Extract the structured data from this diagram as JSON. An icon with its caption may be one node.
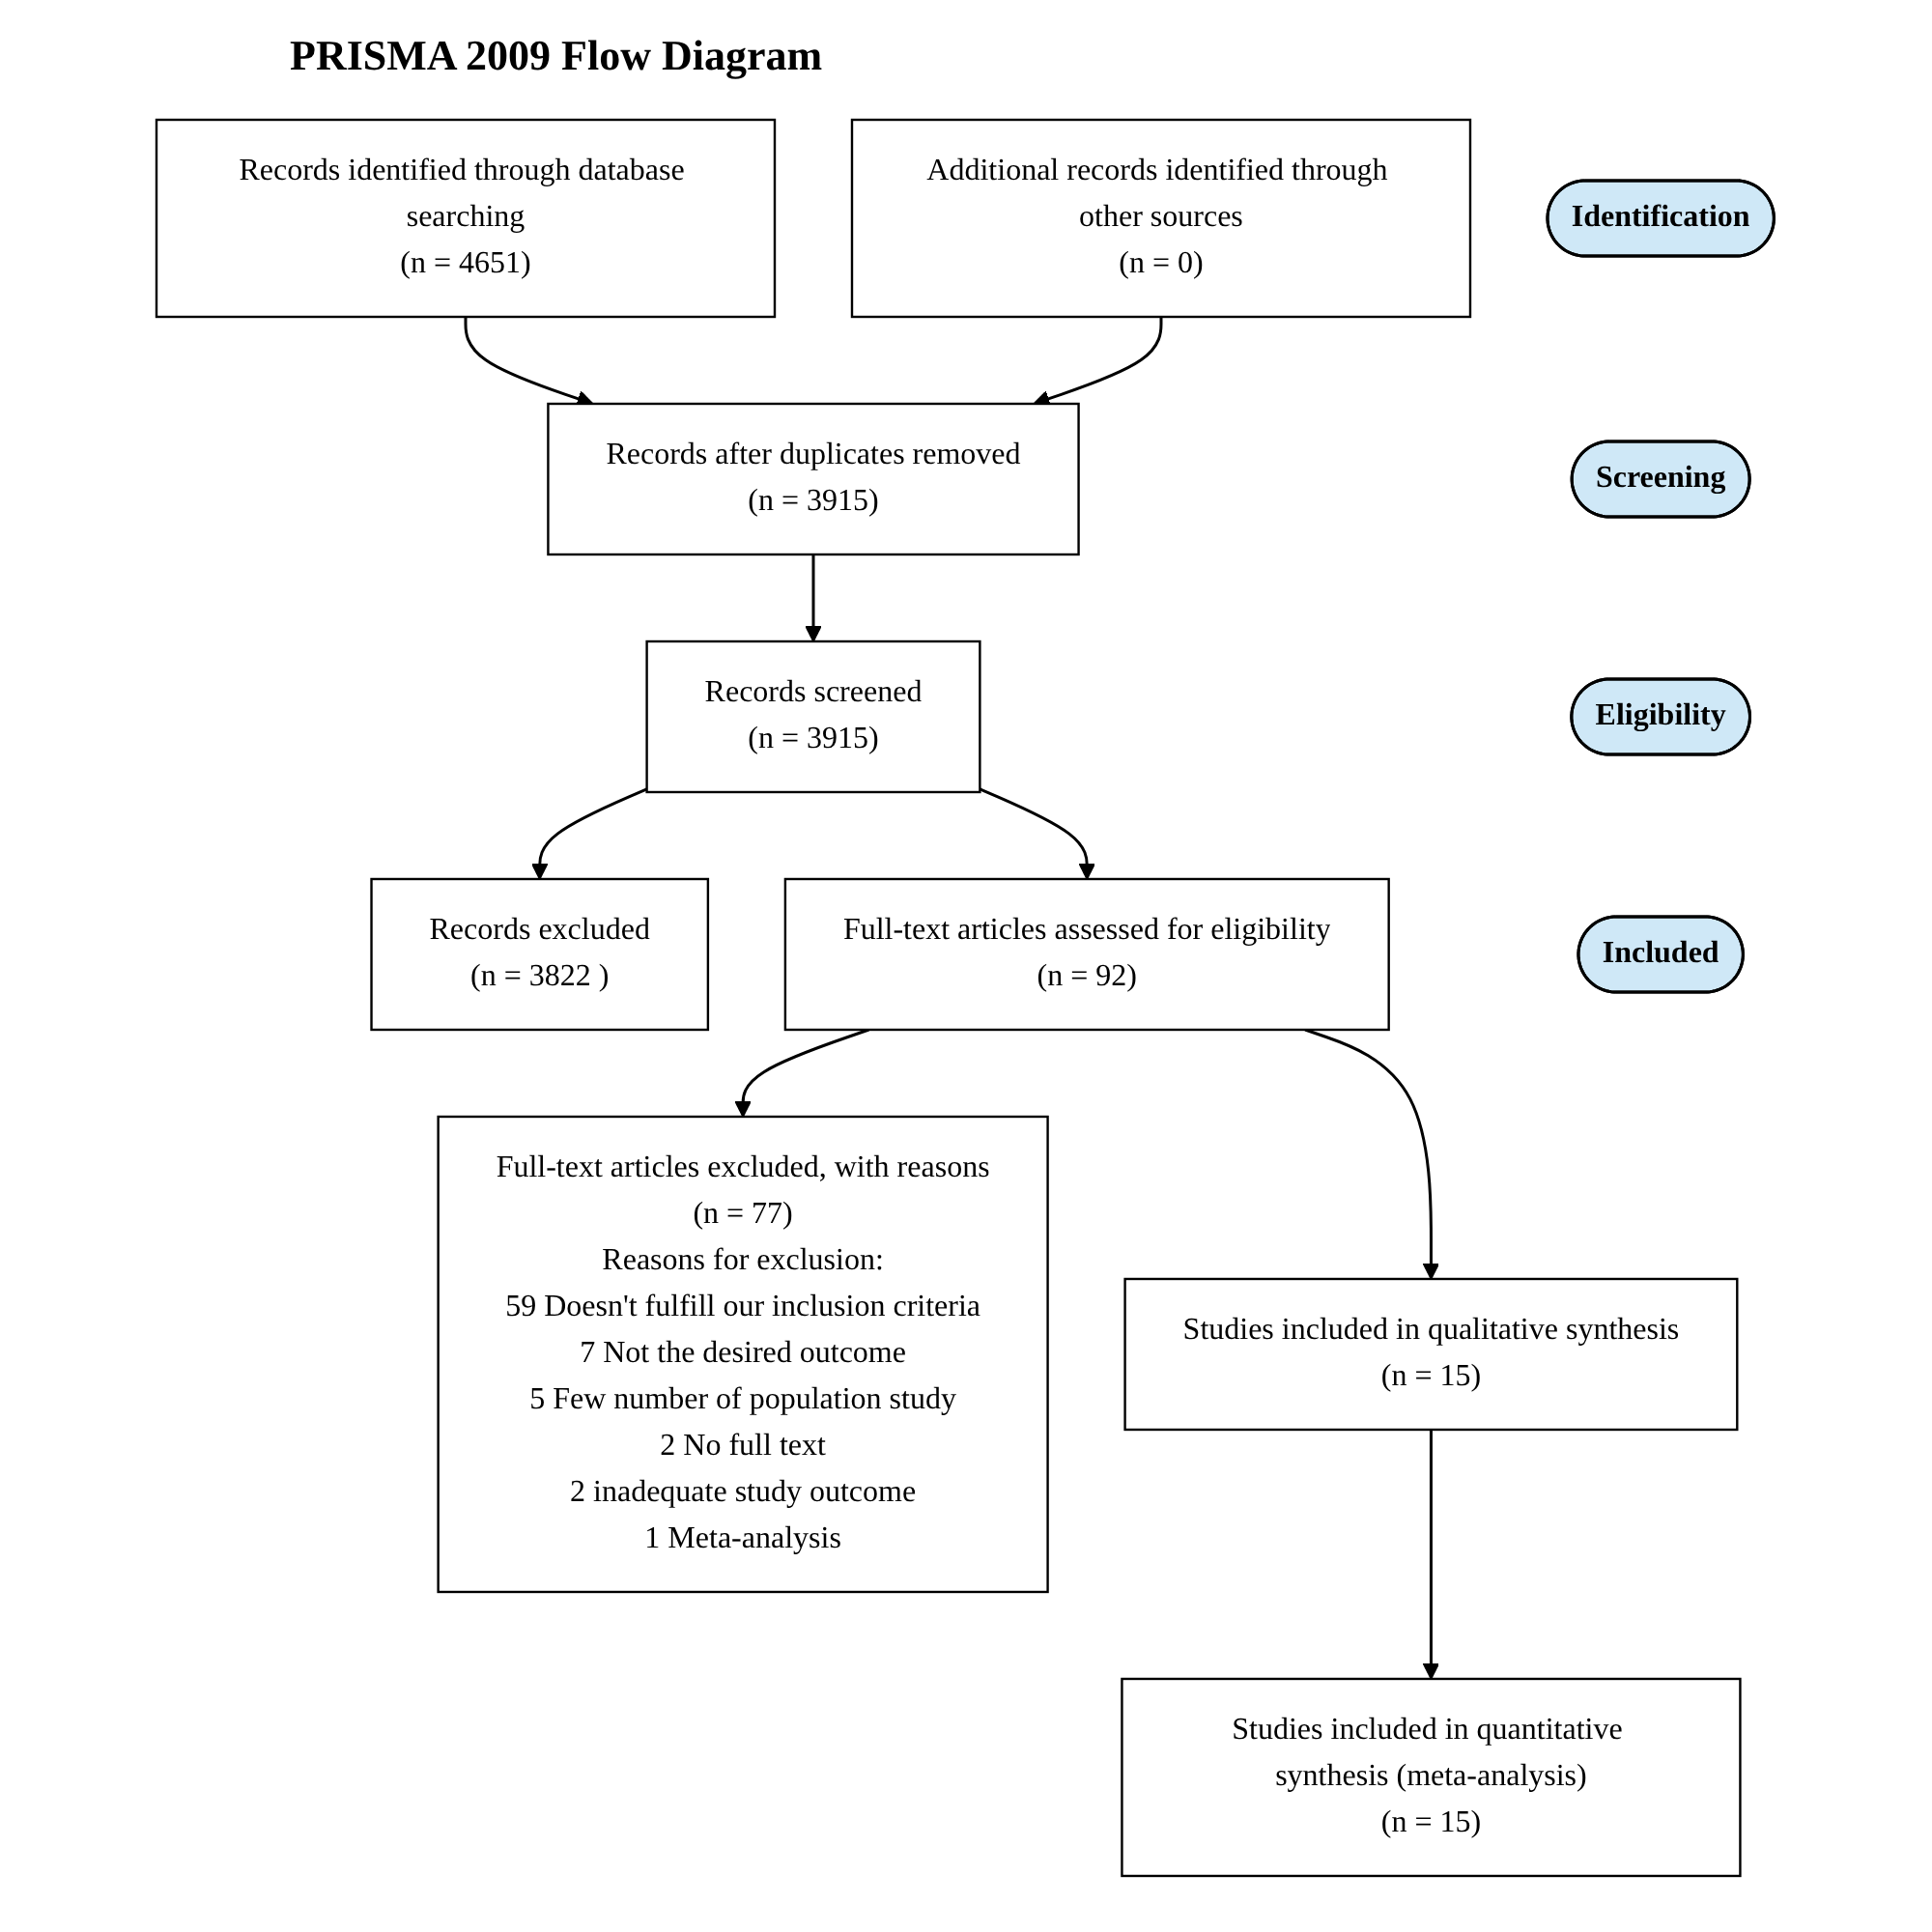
{
  "diagram": {
    "title": "PRISMA 2009 Flow Diagram",
    "nodes": [
      {
        "text": [
          "Identification"
        ]
      },
      {
        "text": [
          "Records identified through database searching",
          "(n = 4651)"
        ]
      },
      {
        "text": [
          "Additional records identified through other sources",
          "(n = 0)"
        ]
      },
      {
        "text": [
          "Screening"
        ]
      },
      {
        "text": [
          "Records after duplicates removed",
          "(n = 3915)"
        ]
      },
      {
        "text": [
          "Records screened",
          "(n = 3915)"
        ]
      },
      {
        "text": [
          "Records excluded",
          "(n = 3822 )"
        ]
      },
      {
        "text": [
          "Eligibility"
        ]
      },
      {
        "text": [
          "Full-text articles assessed for eligibility",
          "(n = 92)"
        ]
      },
      {
        "text": [
          "Full-text articles excluded, with reasons",
          "(n = 77)",
          "Reasons for exclusion:",
          "59 Doesn't fulfill our inclusion criteria",
          "7 Not the desired outcome",
          "5 Few number of population study",
          "2 No full text",
          "2 inadequate study outcome",
          "1 Meta-analysis"
        ]
      },
      {
        "text": [
          "Included"
        ]
      },
      {
        "text": [
          "Studies included in qualitative synthesis",
          "(n = 15)"
        ]
      },
      {
        "text": [
          "Studies included in quantitative synthesis (meta-analysis)",
          "(n = 15)"
        ]
      }
    ],
    "edges": [
      {
        "from": 1,
        "to": 4,
        "arrow": "to"
      },
      {
        "from": 2,
        "to": 4,
        "arrow": "to"
      },
      {
        "from": 4,
        "to": 5,
        "arrow": "to"
      },
      {
        "from": 5,
        "to": 6,
        "arrow": "to"
      },
      {
        "from": 5,
        "to": 8,
        "arrow": "to"
      },
      {
        "from": 8,
        "to": 9,
        "arrow": "to"
      },
      {
        "from": 8,
        "to": 11,
        "arrow": "to"
      },
      {
        "from": 11,
        "to": 12,
        "arrow": "to"
      }
    ]
  }
}
